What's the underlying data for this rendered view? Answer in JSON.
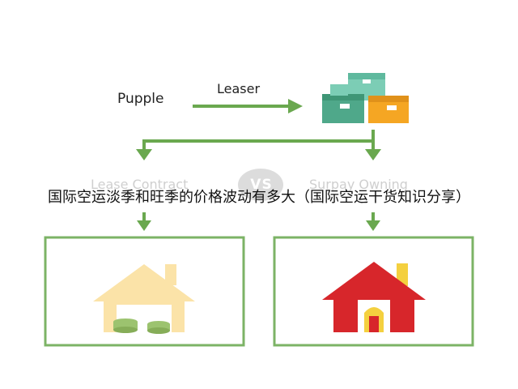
{
  "diagram": {
    "source_label": "Pupple",
    "edge_label": "Leaser",
    "left_branch_label": "Lease Contract",
    "right_branch_label": "Surpay Owning",
    "vs_label": "VS",
    "overlay_title": "国际空运淡季和旺季的价格波动有多大（国际空运干货知识分享）"
  },
  "colors": {
    "arrow_green": "#6aa84f",
    "box_border": "#7cb366",
    "box_teal": "#4fa88a",
    "box_teal_light": "#7ccdb5",
    "box_orange": "#f5a623",
    "house_left": "#fbe3a8",
    "house_right_roof": "#d7262b",
    "house_right_chimney": "#f4d03f",
    "coins": "#9cc36f",
    "vs_badge": "#dcdcdc"
  },
  "icons": {
    "packages": "stacked-boxes-icon",
    "left_house": "house-with-coins-icon",
    "right_house": "house-owned-icon"
  }
}
